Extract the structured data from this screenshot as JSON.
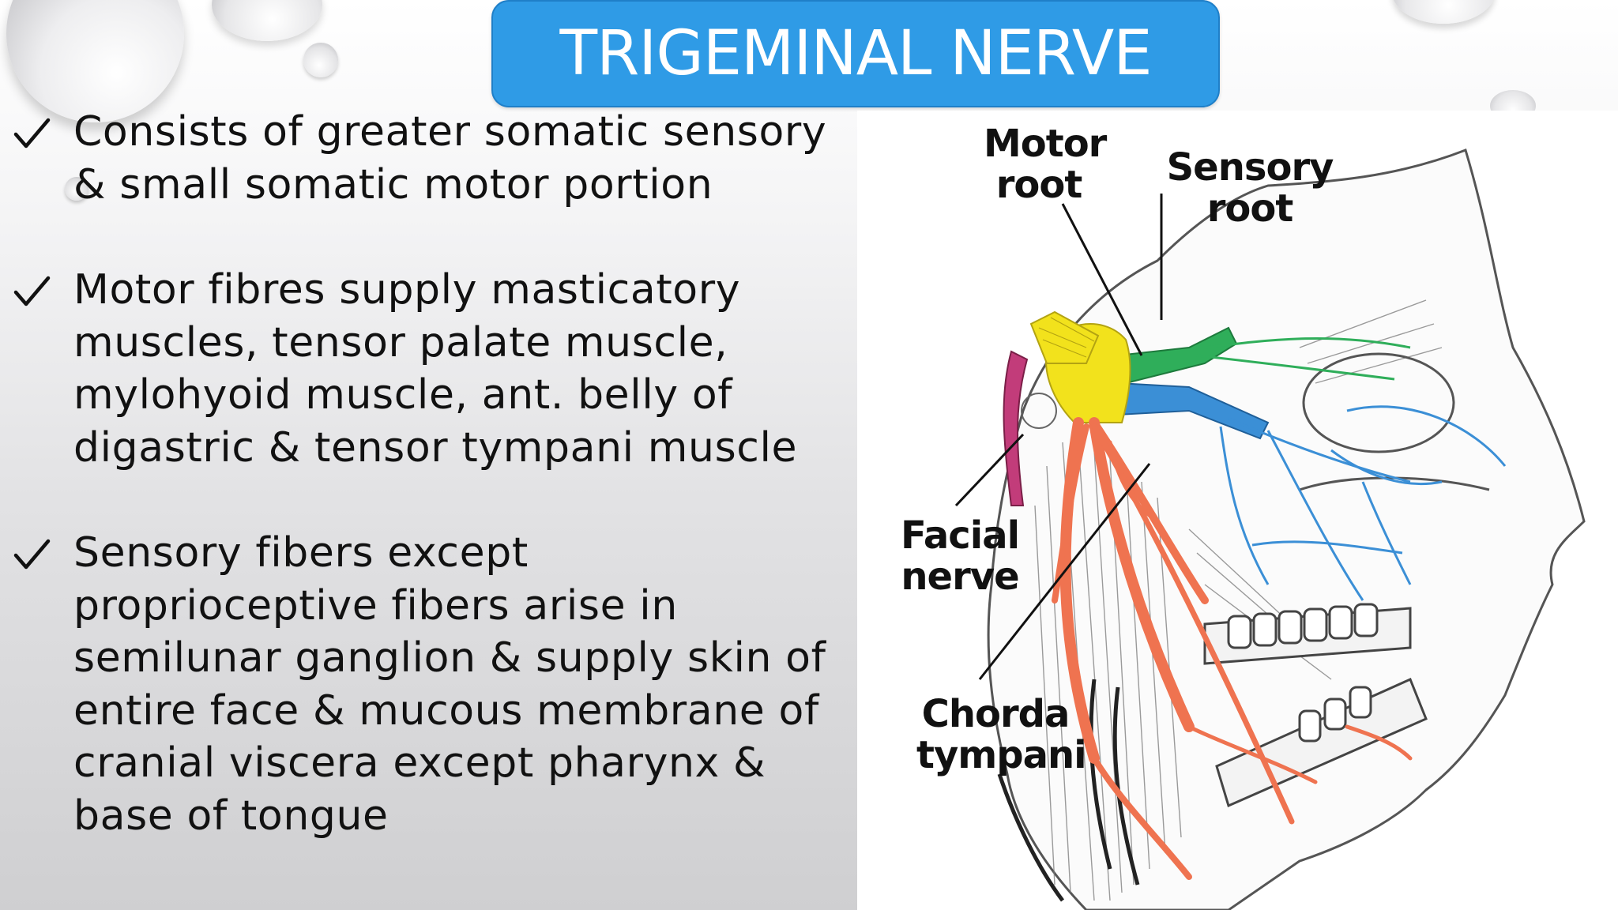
{
  "slide": {
    "title": "TRIGEMINAL NERVE",
    "bullets": [
      "Consists of greater somatic sensory\n& small somatic motor portion",
      "Motor fibres supply masticatory\nmuscles, tensor palate muscle,\nmylohyoid muscle, ant. belly of\ndigastric & tensor tympani muscle",
      "Sensory fibers except\nproprioceptive fibers arise in\nsemilunar ganglion & supply skin of\nentire face & mucous membrane of\ncranial viscera except pharynx &\nbase of tongue"
    ]
  },
  "figure": {
    "labels": {
      "motor_root": "Motor\nroot",
      "sensory_root": "Sensory root",
      "facial_nerve": "Facial nerve",
      "chorda_tympani": "Chorda\ntympani"
    }
  },
  "colors": {
    "title_bg": "#2f9be6",
    "ganglion_yellow": "#f2e21c",
    "ophthalmic_green": "#2fae5a",
    "maxillary_blue": "#3b8fd6",
    "mandibular_orange": "#ef7350",
    "facial_pink": "#c23c7a"
  },
  "icons": [
    "checkmark-icon"
  ]
}
